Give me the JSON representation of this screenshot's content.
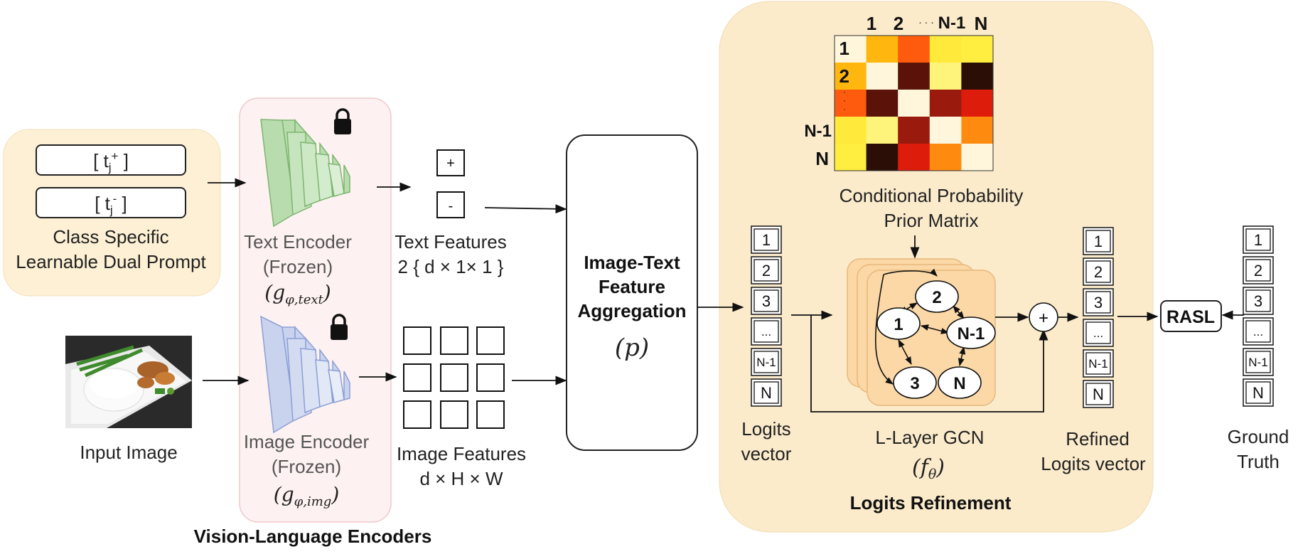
{
  "prompt": {
    "pos_label": "[ tj+ ]",
    "neg_label": "[ tj- ]",
    "caption_line1": "Class Specific",
    "caption_line2": "Learnable Dual Prompt"
  },
  "encoders": {
    "text_line1": "Text Encoder",
    "text_line2": "(Frozen)",
    "text_math": "(gφ,text)",
    "image_line1": "Image Encoder",
    "image_line2": "(Frozen)",
    "image_math": "(gφ,img)",
    "section_title": "Vision-Language Encoders"
  },
  "input_image": {
    "caption": "Input Image"
  },
  "text_features": {
    "plus": "+",
    "minus": "-",
    "label_line1": "Text Features",
    "label_line2": "2 { d × 1× 1 }"
  },
  "image_features": {
    "label_line1": "Image Features",
    "label_line2": "d × H × W"
  },
  "aggregation": {
    "line1": "Image-Text",
    "line2": "Feature",
    "line3": "Aggregation",
    "math": "(p)"
  },
  "prior_matrix": {
    "col_labels": [
      "1",
      "2",
      "· · ·",
      "N-1",
      "N"
    ],
    "row_labels": [
      "1",
      "2",
      "·\n·\n·",
      "N-1",
      "N"
    ],
    "cells": [
      [
        "#fff6dc",
        "#ffb70f",
        "#ff5b0f",
        "#ffe93a",
        "#ffee3f"
      ],
      [
        "#ffb70f",
        "#fff6dc",
        "#5b1208",
        "#fff47b",
        "#2b0f07"
      ],
      [
        "#ff5b0f",
        "#5b1208",
        "#fff6dc",
        "#9a1b0d",
        "#dd1c0c"
      ],
      [
        "#ffe93a",
        "#fff47b",
        "#9a1b0d",
        "#fff6dc",
        "#ff8a10"
      ],
      [
        "#ffee3f",
        "#2b0f07",
        "#dd1c0c",
        "#ff8a10",
        "#fff6dc"
      ]
    ],
    "caption_line1": "Conditional Probability",
    "caption_line2": "Prior Matrix"
  },
  "logits": {
    "cells": [
      "1",
      "2",
      "3",
      "...",
      "N-1",
      "N"
    ],
    "label_line1": "Logits",
    "label_line2": "vector"
  },
  "gcn": {
    "nodes": [
      "2",
      "1",
      "N-1",
      "3",
      "N"
    ],
    "label": "L-Layer GCN",
    "math": "(fθ)"
  },
  "plus_op": "+",
  "refined": {
    "cells": [
      "1",
      "2",
      "3",
      "...",
      "N-1",
      "N"
    ],
    "label_line1": "Refined",
    "label_line2": "Logits vector"
  },
  "refinement_title": "Logits Refinement",
  "loss": "RASL",
  "ground_truth": {
    "cells": [
      "1",
      "2",
      "3",
      "...",
      "N-1",
      "N"
    ],
    "label_line1": "Ground",
    "label_line2": "Truth"
  },
  "colors": {
    "prompt_bg": "#fdf0d4",
    "encoder_bg": "#fdf1f1",
    "refine_bg": "#fbebcb",
    "text_encoder": "#b8dcae",
    "image_encoder": "#c9d3ee",
    "gcn_layer": "#fbd8a6"
  }
}
